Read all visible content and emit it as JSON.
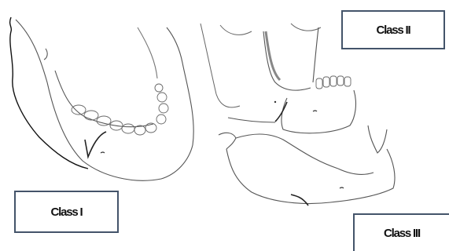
{
  "labels": {
    "class_1": "Class I",
    "class_2": "Class II",
    "class_3": "Class III"
  },
  "colors": {
    "box_border": "#44546a",
    "sketch_stroke": "#555555",
    "outline_stroke": "#111111"
  }
}
